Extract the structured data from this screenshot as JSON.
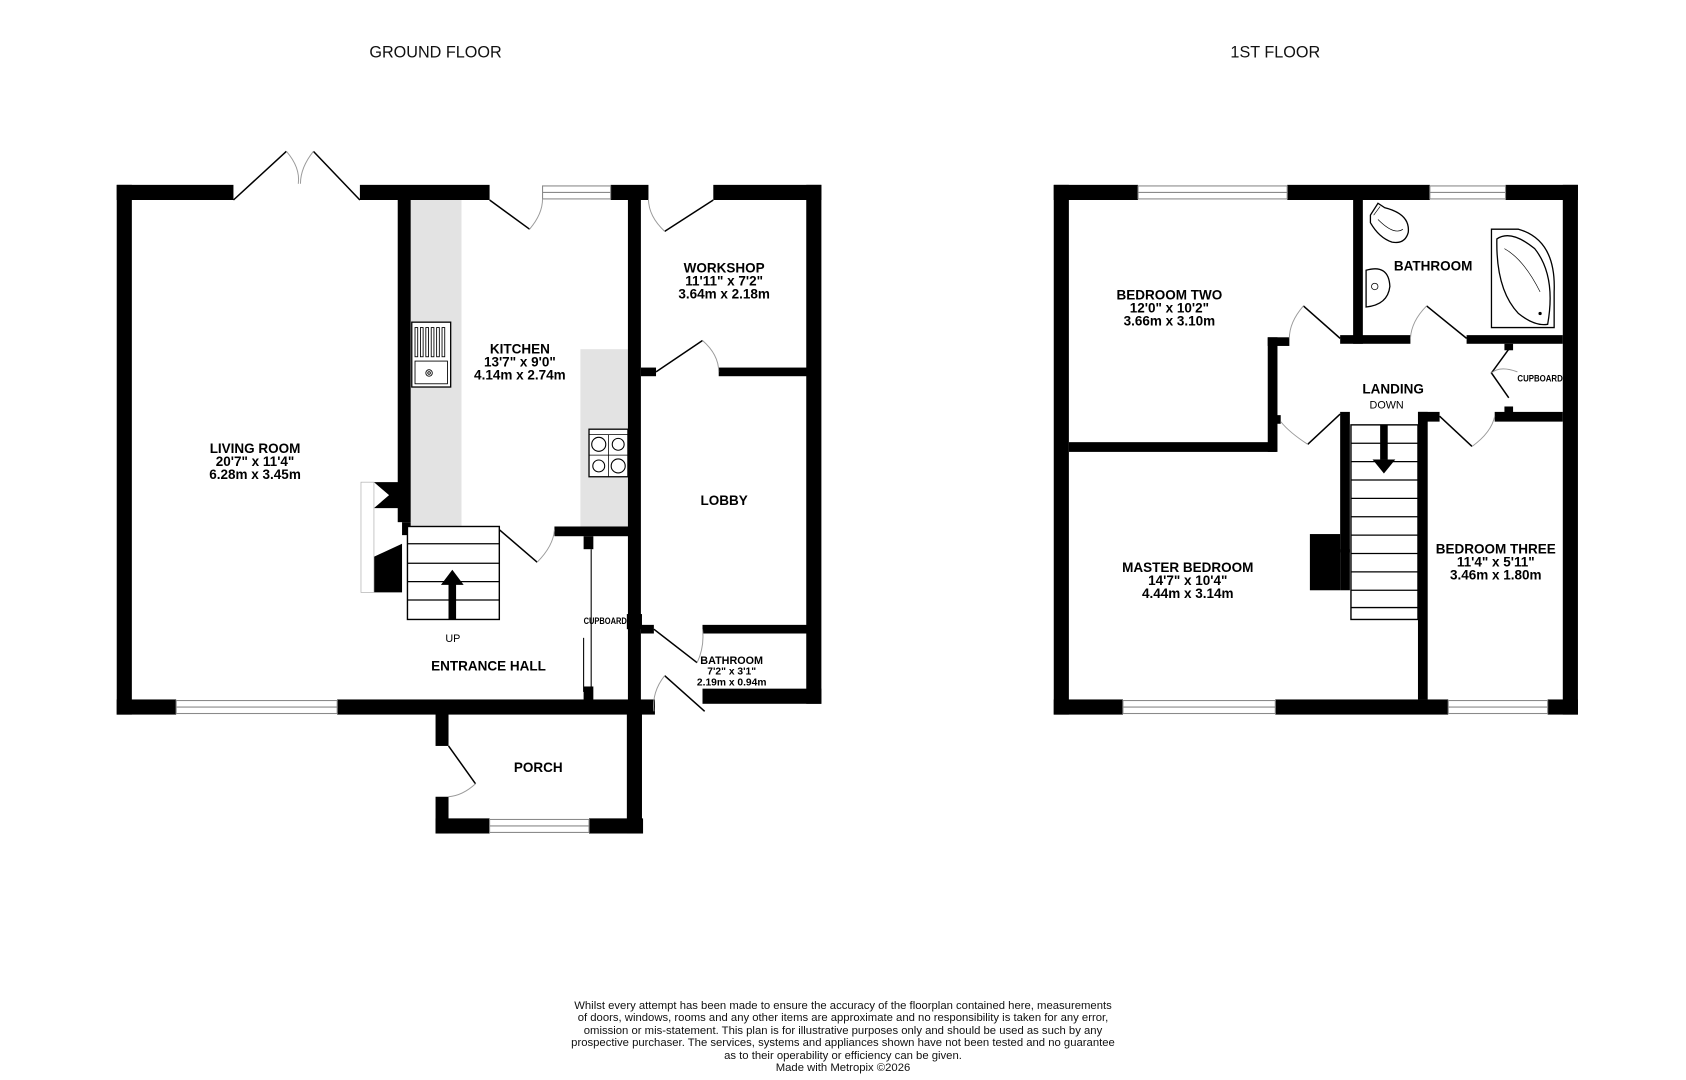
{
  "ground_floor": {
    "title": "GROUND FLOOR",
    "rooms": {
      "living_room": {
        "name": "LIVING ROOM",
        "imperial": "20'7\"  x 11'4\"",
        "metric": "6.28m  x 3.45m"
      },
      "kitchen": {
        "name": "KITCHEN",
        "imperial": "13'7\"  x 9'0\"",
        "metric": "4.14m  x 2.74m"
      },
      "workshop": {
        "name": "WORKSHOP",
        "imperial": "11'11\"  x 7'2\"",
        "metric": "3.64m  x 2.18m"
      },
      "lobby": {
        "name": "LOBBY"
      },
      "bathroom": {
        "name": "BATHROOM",
        "imperial": "7'2\"  x 3'1\"",
        "metric": "2.19m  x 0.94m"
      },
      "entrance_hall": {
        "name": "ENTRANCE HALL"
      },
      "cupboard": {
        "name": "CUPBOARD"
      },
      "porch": {
        "name": "PORCH"
      }
    },
    "stairs_label": "UP"
  },
  "first_floor": {
    "title": "1ST FLOOR",
    "rooms": {
      "bedroom_two": {
        "name": "BEDROOM TWO",
        "imperial": "12'0\"  x 10'2\"",
        "metric": "3.66m  x 3.10m"
      },
      "bathroom": {
        "name": "BATHROOM"
      },
      "landing": {
        "name": "LANDING"
      },
      "cupboard": {
        "name": "CUPBOARD"
      },
      "master_bedroom": {
        "name": "MASTER BEDROOM",
        "imperial": "14'7\"  x 10'4\"",
        "metric": "4.44m  x 3.14m"
      },
      "bedroom_three": {
        "name": "BEDROOM THREE",
        "imperial": "11'4\"  x 5'11\"",
        "metric": "3.46m  x 1.80m"
      }
    },
    "stairs_label": "DOWN"
  },
  "footer": {
    "lines": [
      "Whilst every attempt has been made to ensure the accuracy of the floorplan contained here, measurements",
      "of doors, windows, rooms and any other items are approximate and no responsibility is taken for any error,",
      "omission or mis-statement. This plan is for illustrative purposes only and should be used as such by any",
      "prospective purchaser. The services, systems and appliances shown have not been tested and no guarantee",
      "as to their operability or efficiency can be given."
    ],
    "credit": "Made with Metropix ©2026"
  }
}
